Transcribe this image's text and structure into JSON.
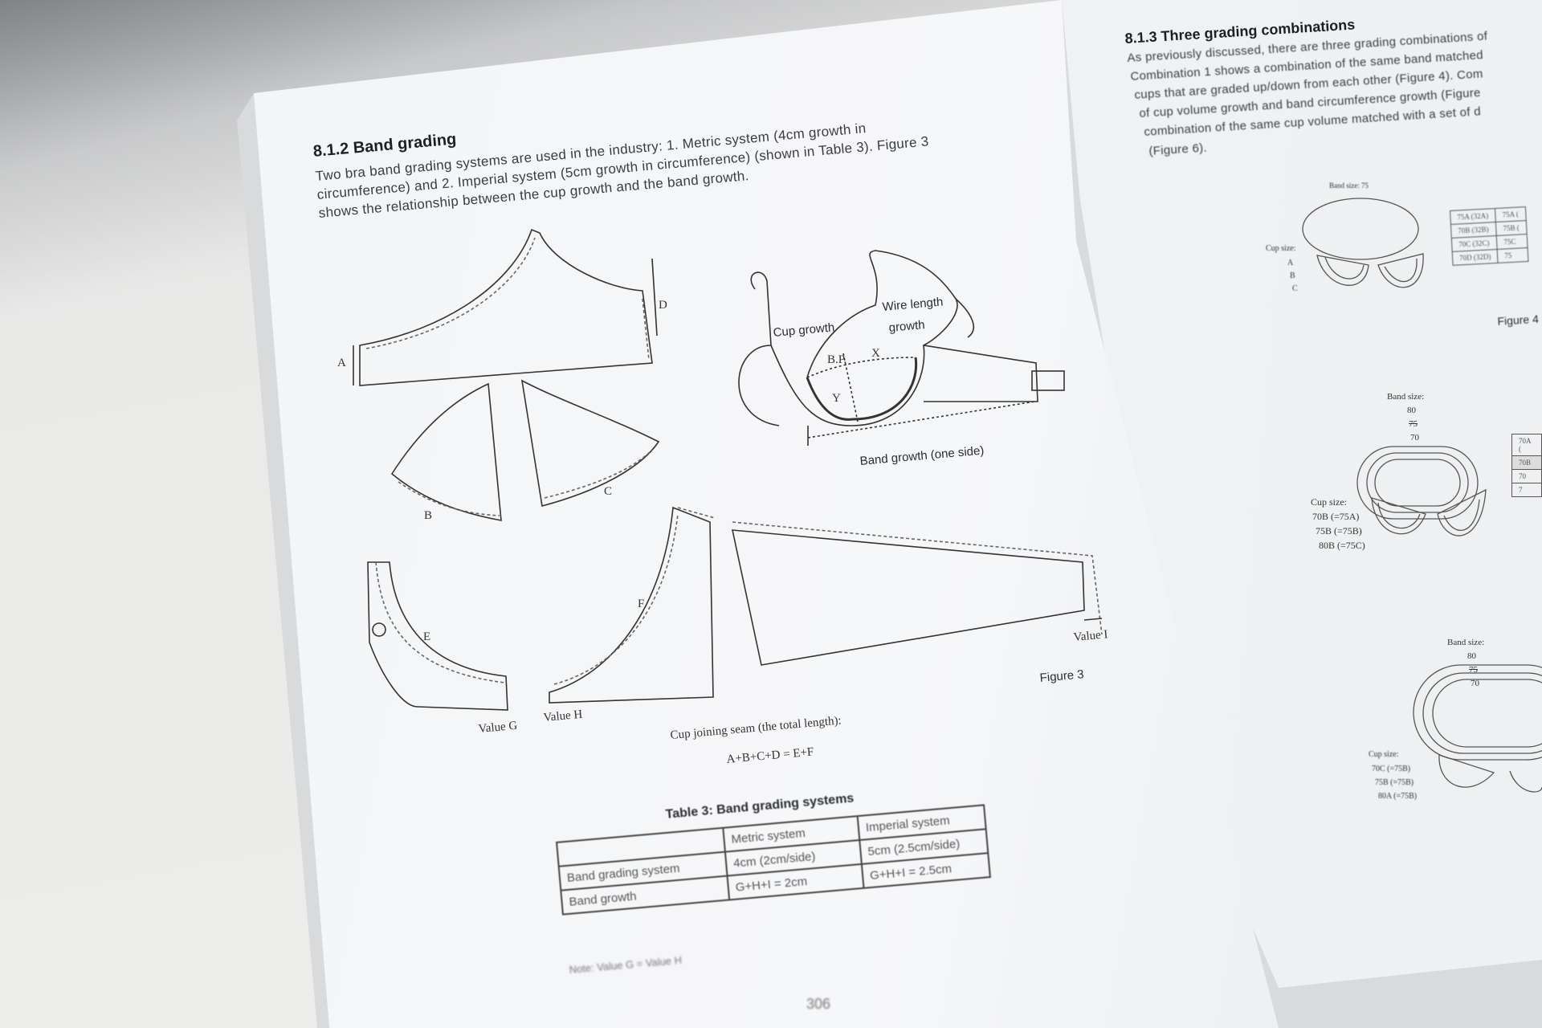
{
  "left_page": {
    "heading": "8.1.2 Band grading",
    "paragraph": [
      "Two  bra  band  grading  systems  are  used  in  the  industry:  1.  Metric  system  (4cm  growth  in",
      "circumference) and 2. Imperial system (5cm growth in circumference) (shown in Table 3). Figure 3",
      "shows the relationship between the cup growth and the band growth."
    ],
    "figure3": {
      "labels": {
        "a": "A",
        "b": "B",
        "c": "C",
        "d": "D",
        "e": "E",
        "f": "F",
        "value_g": "Value G",
        "value_h": "Value H",
        "value_i": "Value I",
        "cup_growth": "Cup growth",
        "wire_length_growth": [
          "Wire length",
          "growth"
        ],
        "bp": "B.P.",
        "x": "X",
        "y": "Y",
        "band_growth": "Band growth (one side)"
      },
      "caption": "Figure 3",
      "seam_note": "Cup joining seam (the total length):",
      "seam_formula": "A+B+C+D = E+F"
    },
    "table3": {
      "title": "Table 3: Band grading systems",
      "headers": [
        "",
        "Metric system",
        "Imperial system"
      ],
      "rows": [
        [
          "Band grading system",
          "4cm (2cm/side)",
          "5cm (2.5cm/side)"
        ],
        [
          "Band growth",
          "G+H+I = 2cm",
          "G+H+I = 2.5cm"
        ]
      ],
      "note": "Note: Value G = Value H"
    },
    "page_number": "306"
  },
  "right_page": {
    "heading": "8.1.3 Three grading combinations",
    "paragraph": [
      "As previously discussed, there are three grading combinations of",
      "Combination 1 shows a combination of the same band matched",
      "cups that are graded up/down from each other (Figure 4). Com",
      "of cup volume growth and band circumference growth (Figure",
      "combination of the same cup volume matched with a set of d",
      "(Figure 6)."
    ],
    "figure4": {
      "band_size": "Band size: 75",
      "cup_size_label": "Cup size:",
      "cup_sizes": [
        "A",
        "B",
        "C"
      ],
      "table": [
        [
          "75A (32A)",
          "75A ("
        ],
        [
          "70B (32B)",
          "75B ("
        ],
        [
          "70C (32C)",
          "75C"
        ],
        [
          "70D (32D)",
          "75"
        ]
      ],
      "caption": "Figure 4"
    },
    "figure5": {
      "band_size_label": "Band size:",
      "band_sizes": [
        "80",
        "75",
        "70"
      ],
      "cup_size_label": "Cup size:",
      "cup_sizes": [
        "70B (=75A)",
        "75B (=75B)",
        "80B (=75C)"
      ],
      "table": [
        "70A (",
        "70B",
        "70",
        "7"
      ]
    },
    "figure6": {
      "band_size_label": "Band size:",
      "band_sizes": [
        "80",
        "75",
        "70"
      ],
      "cup_size_label": "Cup size:",
      "cup_sizes": [
        "70C (=75B)",
        "75B (=75B)",
        "80A (=75B)"
      ]
    }
  }
}
